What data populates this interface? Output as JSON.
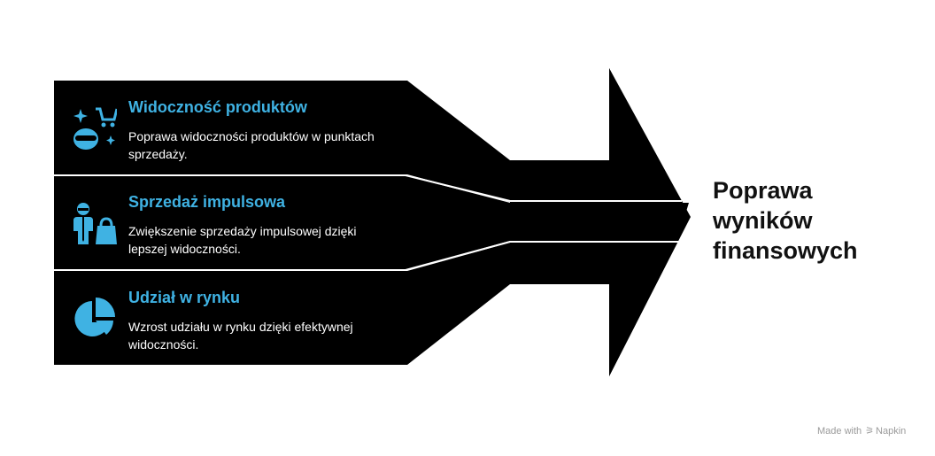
{
  "items": [
    {
      "title": "Widoczność produktów",
      "description": "Poprawa widoczności produktów w punktach sprzedaży.",
      "icon": "shopping-cart-sparkle-icon"
    },
    {
      "title": "Sprzedaż impulsowa",
      "description": "Zwiększenie sprzedaży impulsowej dzięki lepszej widoczności.",
      "icon": "shopper-with-bag-icon"
    },
    {
      "title": "Udział w rynku",
      "description": "Wzrost udziału w rynku dzięki efektywnej widoczności.",
      "icon": "pie-chart-icon"
    }
  ],
  "result": {
    "title": "Poprawa wyników finansowych"
  },
  "credit": {
    "prefix": "Made with",
    "brand": "Napkin"
  },
  "colors": {
    "arrow": "#000000",
    "title_accent": "#3fb2e3",
    "divider": "#ffffff",
    "text": "#ffffff"
  }
}
